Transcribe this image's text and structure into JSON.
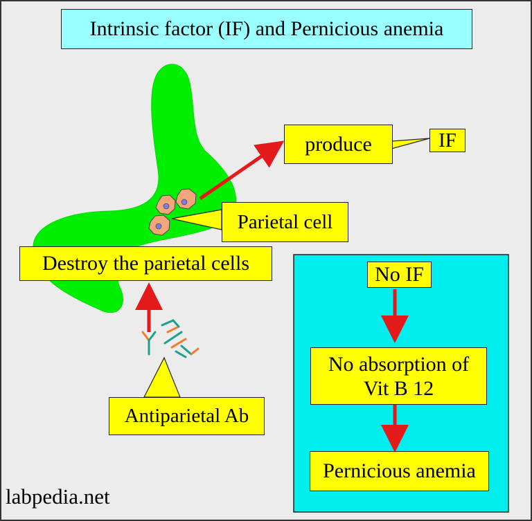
{
  "title": "Intrinsic factor (IF) and Pernicious anemia",
  "labels": {
    "produce": "produce",
    "if": "IF",
    "parietal_cell": "Parietal cell",
    "destroy": "Destroy the parietal cells",
    "antiparietal": "Antiparietal Ab"
  },
  "flow": {
    "no_if": "No IF",
    "no_absorption_line1": "No absorption of",
    "no_absorption_line2": "Vit B 12",
    "pernicious": "Pernicious anemia"
  },
  "credit": "labpedia.net",
  "colors": {
    "background": "#ececec",
    "title_box": "#99ffff",
    "stomach": "#00ee00",
    "label_box": "#ffff00",
    "flow_panel": "#00eeee",
    "arrow": "#e41a1a",
    "cell_fill": "#f4a57a",
    "cell_nucleus": "#7e7ed8",
    "antibody_orange": "#f27c2a",
    "antibody_teal": "#1aa08e"
  }
}
